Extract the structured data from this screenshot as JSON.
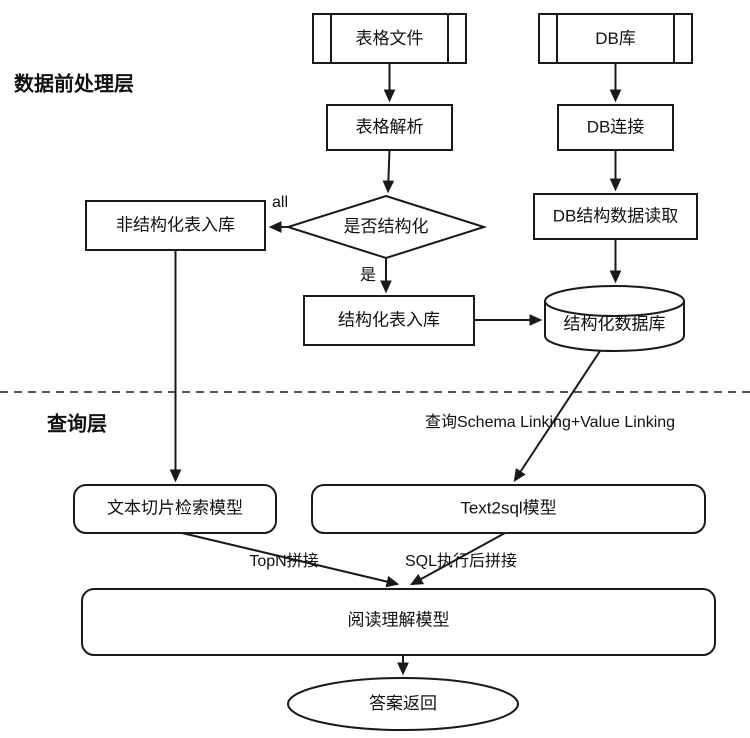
{
  "diagram": {
    "title_layers": [
      {
        "id": "preprocess",
        "label": "数据前处理层"
      },
      {
        "id": "query",
        "label": "查询层"
      }
    ],
    "nodes": [
      {
        "id": "table-file",
        "label": "表格文件",
        "shape": "predefined-process"
      },
      {
        "id": "db-store",
        "label": "DB库",
        "shape": "predefined-process"
      },
      {
        "id": "table-parse",
        "label": "表格解析",
        "shape": "rect"
      },
      {
        "id": "db-connect",
        "label": "DB连接",
        "shape": "rect"
      },
      {
        "id": "is-structured",
        "label": "是否结构化",
        "shape": "diamond"
      },
      {
        "id": "db-schema-read",
        "label": "DB结构数据读取",
        "shape": "rect"
      },
      {
        "id": "unstructured-load",
        "label": "非结构化表入库",
        "shape": "rect"
      },
      {
        "id": "structured-load",
        "label": "结构化表入库",
        "shape": "rect"
      },
      {
        "id": "structured-db",
        "label": "结构化数据库",
        "shape": "cylinder"
      },
      {
        "id": "text-chunk-model",
        "label": "文本切片检索模型",
        "shape": "rounded-rect"
      },
      {
        "id": "text2sql-model",
        "label": "Text2sql模型",
        "shape": "rounded-rect"
      },
      {
        "id": "reading-model",
        "label": "阅读理解模型",
        "shape": "rounded-rect"
      },
      {
        "id": "answer-return",
        "label": "答案返回",
        "shape": "ellipse"
      }
    ],
    "edge_labels": [
      {
        "id": "all",
        "label": "all"
      },
      {
        "id": "yes",
        "label": "是"
      },
      {
        "id": "schema-linking",
        "label": "查询Schema Linking+Value Linking"
      },
      {
        "id": "topn",
        "label": "TopN拼接"
      },
      {
        "id": "sql-exec",
        "label": "SQL执行后拼接"
      }
    ],
    "colors": {
      "stroke": "#1a1a1a",
      "background": "#ffffff",
      "divider": "#555555",
      "text": "#111111"
    }
  }
}
